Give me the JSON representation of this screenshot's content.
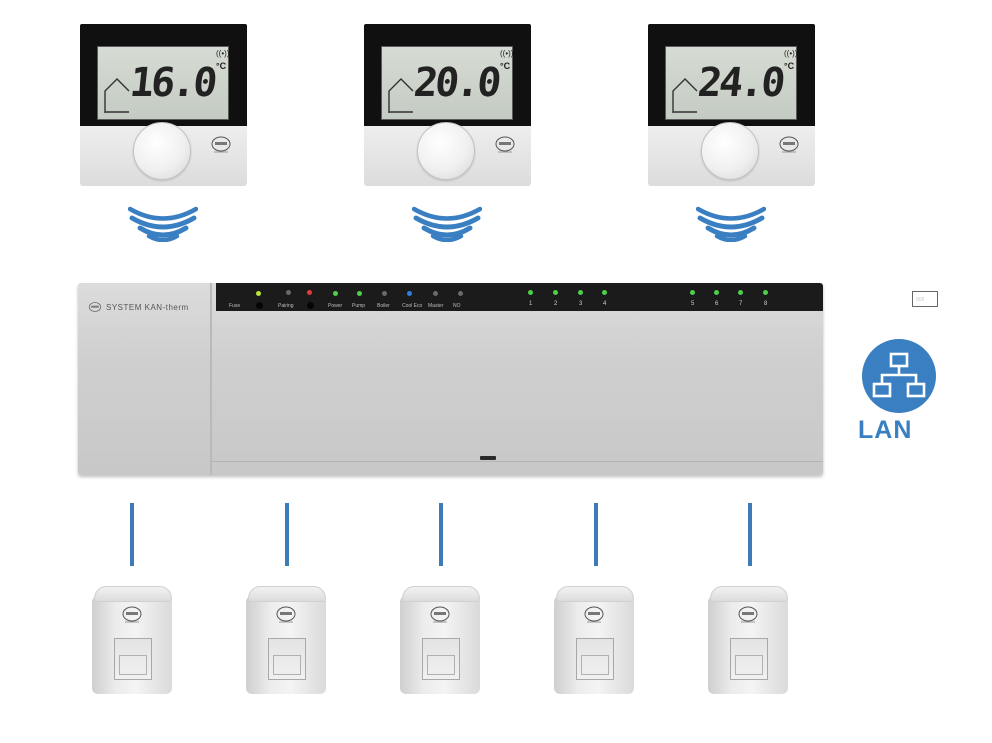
{
  "thermostats": [
    {
      "temperature": "16.0",
      "unit": "°C"
    },
    {
      "temperature": "20.0",
      "unit": "°C"
    },
    {
      "temperature": "24.0",
      "unit": "°C"
    }
  ],
  "controller": {
    "brand": "SYSTEM KAN-therm",
    "status_leds": [
      {
        "label": "Power",
        "color": "#4ed04a"
      },
      {
        "label": "Pump",
        "color": "#4ed04a"
      },
      {
        "label": "Boiler",
        "color": "#6a6a6a"
      },
      {
        "label": "Cool Eco",
        "color": "#2e7fe0"
      },
      {
        "label": "Master",
        "color": "#6a6a6a"
      },
      {
        "label": "NO",
        "color": "#6a6a6a"
      }
    ],
    "pairing_labels": [
      "Fuse",
      "Pairing"
    ],
    "zones_left": [
      "1",
      "2",
      "3",
      "4"
    ],
    "zones_right": [
      "5",
      "6",
      "7",
      "8"
    ]
  },
  "lan": {
    "label": "LAN"
  },
  "colors": {
    "accent": "#3a7fc1",
    "connector": "#3b7bb8",
    "led_green": "#4ed04a"
  },
  "actuator_count": 5
}
